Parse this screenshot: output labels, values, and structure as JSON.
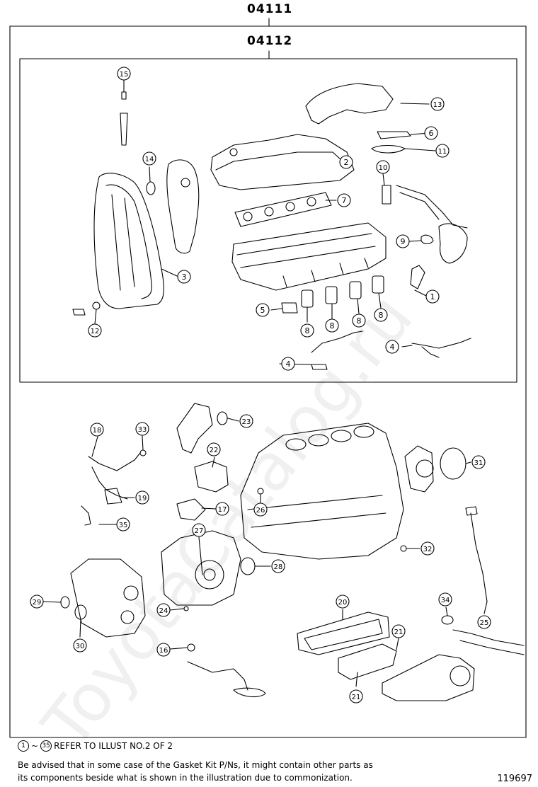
{
  "header": {
    "kit_outer": "04111",
    "kit_inner": "04112"
  },
  "callouts": [
    {
      "num": "1"
    },
    {
      "num": "2"
    },
    {
      "num": "3"
    },
    {
      "num": "4"
    },
    {
      "num": "4"
    },
    {
      "num": "5"
    },
    {
      "num": "6"
    },
    {
      "num": "7"
    },
    {
      "num": "8"
    },
    {
      "num": "8"
    },
    {
      "num": "8"
    },
    {
      "num": "8"
    },
    {
      "num": "9"
    },
    {
      "num": "10"
    },
    {
      "num": "11"
    },
    {
      "num": "12"
    },
    {
      "num": "13"
    },
    {
      "num": "14"
    },
    {
      "num": "15"
    },
    {
      "num": "16"
    },
    {
      "num": "17"
    },
    {
      "num": "18"
    },
    {
      "num": "19"
    },
    {
      "num": "20"
    },
    {
      "num": "21"
    },
    {
      "num": "21"
    },
    {
      "num": "22"
    },
    {
      "num": "23"
    },
    {
      "num": "24"
    },
    {
      "num": "25"
    },
    {
      "num": "26"
    },
    {
      "num": "27"
    },
    {
      "num": "28"
    },
    {
      "num": "29"
    },
    {
      "num": "30"
    },
    {
      "num": "31"
    },
    {
      "num": "32"
    },
    {
      "num": "33"
    },
    {
      "num": "34"
    },
    {
      "num": "35"
    }
  ],
  "footer": {
    "ref_from": "1",
    "ref_to": "35",
    "ref_sep": "~",
    "ref_text": "REFER TO ILLUST NO.2 OF 2",
    "note_line1": "Be advised that in some case of the Gasket Kit P/Ns,  it might contain other parts as",
    "note_line2": "its components beside what is shown in the illustration due to commonization.",
    "figure_number": "119697"
  },
  "watermark": "ToyotaCatalog.ru",
  "colors": {
    "line": "#000000",
    "background": "#ffffff"
  }
}
